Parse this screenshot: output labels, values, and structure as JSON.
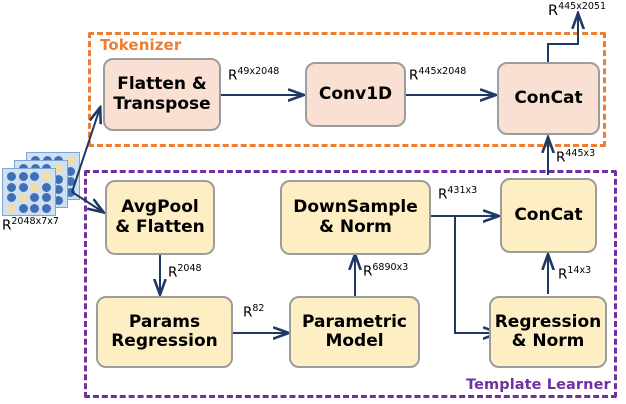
{
  "diagram": {
    "title": "Tokenizer and Template Learner architecture",
    "groups": [
      {
        "id": "tokenizer",
        "label": "Tokenizer",
        "color": "#ED7D31",
        "style": "dashed"
      },
      {
        "id": "template_learner",
        "label": "Template Learner",
        "color": "#7030A0",
        "style": "dashed"
      }
    ],
    "input": {
      "icon": "feature-map-tensor",
      "label_base": "R",
      "label_sup": "2048x7x7"
    },
    "output": {
      "label_base": "R",
      "label_sup": "445x2051"
    },
    "nodes": [
      {
        "id": "flatten_transpose",
        "lines": [
          "Flatten &",
          "Transpose"
        ],
        "group": "tokenizer",
        "fill": "#fae0d2"
      },
      {
        "id": "conv1d",
        "lines": [
          "Conv1D"
        ],
        "group": "tokenizer",
        "fill": "#fae0d2"
      },
      {
        "id": "concat_top",
        "lines": [
          "ConCat"
        ],
        "group": "tokenizer",
        "fill": "#fae0d2"
      },
      {
        "id": "avgpool_flatten",
        "lines": [
          "AvgPool",
          "& Flatten"
        ],
        "group": "template_learner",
        "fill": "#fdeec4"
      },
      {
        "id": "params_regression",
        "lines": [
          "Params",
          "Regression"
        ],
        "group": "template_learner",
        "fill": "#fdeec4"
      },
      {
        "id": "parametric_model",
        "lines": [
          "Parametric",
          "Model"
        ],
        "group": "template_learner",
        "fill": "#fdeec4"
      },
      {
        "id": "downsample_norm",
        "lines": [
          "DownSample",
          "& Norm"
        ],
        "group": "template_learner",
        "fill": "#fdeec4"
      },
      {
        "id": "regression_norm",
        "lines": [
          "Regression",
          "& Norm"
        ],
        "group": "template_learner",
        "fill": "#fdeec4"
      },
      {
        "id": "concat_bottom",
        "lines": [
          "ConCat"
        ],
        "group": "template_learner",
        "fill": "#fdeec4"
      }
    ],
    "edges": [
      {
        "id": "e_in_flatten",
        "from": "input",
        "to": "flatten_transpose",
        "base": "",
        "sup": ""
      },
      {
        "id": "e_in_avgpool",
        "from": "input",
        "to": "avgpool_flatten",
        "base": "",
        "sup": ""
      },
      {
        "id": "e_flatten_conv",
        "from": "flatten_transpose",
        "to": "conv1d",
        "base": "R",
        "sup": "49x2048"
      },
      {
        "id": "e_conv_concat",
        "from": "conv1d",
        "to": "concat_top",
        "base": "R",
        "sup": "445x2048"
      },
      {
        "id": "e_concat_out",
        "from": "concat_top",
        "to": "output",
        "base": "R",
        "sup": "445x2051"
      },
      {
        "id": "e_avgpool_params",
        "from": "avgpool_flatten",
        "to": "params_regression",
        "base": "R",
        "sup": "2048"
      },
      {
        "id": "e_params_parametric",
        "from": "params_regression",
        "to": "parametric_model",
        "base": "R",
        "sup": "82"
      },
      {
        "id": "e_parametric_downsample",
        "from": "parametric_model",
        "to": "downsample_norm",
        "base": "R",
        "sup": "6890x3"
      },
      {
        "id": "e_downsample_concat",
        "from": "downsample_norm",
        "to": "concat_bottom",
        "base": "R",
        "sup": "431x3"
      },
      {
        "id": "e_downsample_regression",
        "from": "downsample_norm",
        "to": "regression_norm",
        "base": "",
        "sup": ""
      },
      {
        "id": "e_regression_concat",
        "from": "regression_norm",
        "to": "concat_bottom",
        "base": "R",
        "sup": "14x3"
      },
      {
        "id": "e_concatb_concatt",
        "from": "concat_bottom",
        "to": "concat_top",
        "base": "R",
        "sup": "445x3"
      }
    ],
    "colors": {
      "arrow": "#1F3864",
      "tokenizer_border": "#ED7D31",
      "template_border": "#7030A0",
      "node_border": "#9c9c9c"
    }
  }
}
